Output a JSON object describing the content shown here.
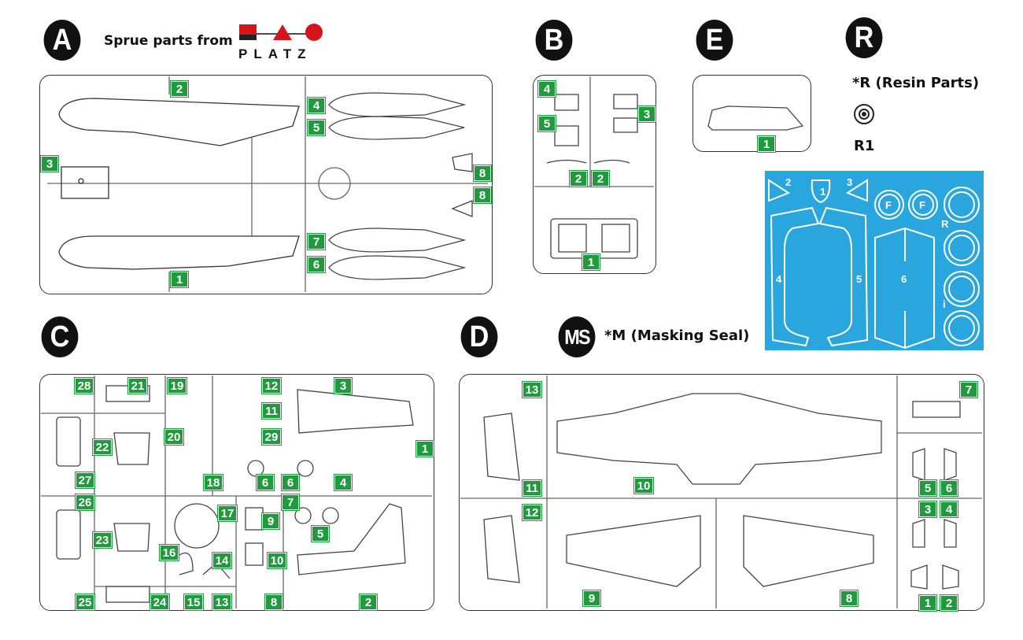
{
  "sprue_letters": {
    "a": "A",
    "b": "B",
    "e": "E",
    "r": "R",
    "c": "C",
    "d": "D",
    "ms": "MS"
  },
  "header": {
    "sprue_from": "Sprue parts from",
    "brand_logo": "PLATZ"
  },
  "resin": {
    "title": "*R (Resin Parts)",
    "part": "R1"
  },
  "masking": {
    "title": "*M (Masking Seal)",
    "parts": [
      "1",
      "2",
      "3",
      "4",
      "5",
      "6",
      "F",
      "F",
      "R",
      "i"
    ],
    "color": "#2aa6de"
  },
  "part_label_color": "#1f9a3c",
  "sprue_a": {
    "labels": [
      "2",
      "3",
      "1",
      "4",
      "5",
      "8",
      "8",
      "7",
      "6"
    ]
  },
  "sprue_b": {
    "labels": [
      "4",
      "5",
      "3",
      "2",
      "2",
      "1"
    ]
  },
  "sprue_e": {
    "labels": [
      "1"
    ]
  },
  "sprue_c": {
    "labels": [
      "28",
      "21",
      "19",
      "12",
      "3",
      "11",
      "22",
      "20",
      "29",
      "1",
      "27",
      "18",
      "6",
      "6",
      "4",
      "26",
      "17",
      "7",
      "9",
      "23",
      "16",
      "5",
      "10",
      "14",
      "25",
      "24",
      "15",
      "13",
      "8",
      "2"
    ]
  },
  "sprue_d": {
    "labels": [
      "13",
      "7",
      "11",
      "10",
      "5",
      "6",
      "12",
      "3",
      "4",
      "9",
      "8",
      "1",
      "2"
    ]
  }
}
